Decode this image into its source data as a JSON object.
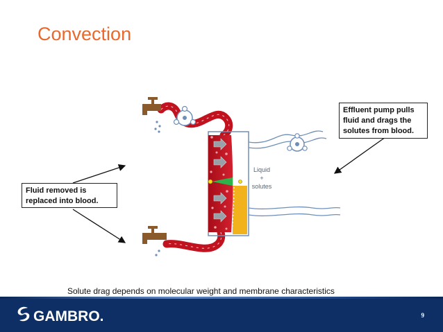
{
  "slide": {
    "title": "Convection",
    "callout_left": "Fluid removed is\nreplaced into blood.",
    "callout_right": "Effluent pump pulls\nfluid and drags the\nsolutes from blood.",
    "diagram_label_line1": "Liquid",
    "diagram_label_line2": "+",
    "diagram_label_line3": "solutes",
    "caption": "Solute drag depends on molecular weight and  membrane characteristics",
    "page_number": "9"
  },
  "footer": {
    "brand": "GAMBRO."
  },
  "colors": {
    "title": "#e8692d",
    "footer": "#0d2f66",
    "blood": "#c1121f",
    "filtrate": "#f2b21c",
    "tubing": "#6e8fb8",
    "faucet": "#8b5a2b"
  }
}
